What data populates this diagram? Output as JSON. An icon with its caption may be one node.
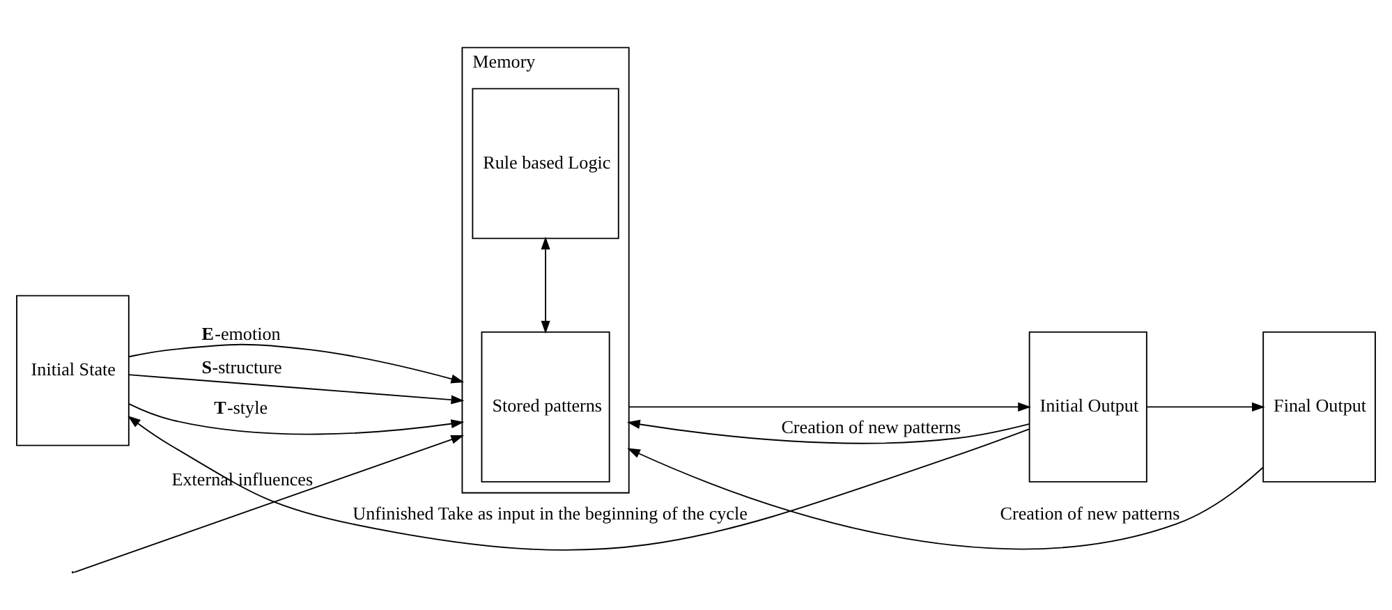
{
  "diagram": {
    "nodes": [
      {
        "text": [
          "Initial State"
        ]
      },
      {
        "text": [
          "Memory"
        ]
      },
      {
        "text": [
          "Stored patterns"
        ],
        "in": 1
      },
      {
        "text": [
          "Rule based Logic"
        ],
        "in": 1
      },
      {
        "text": [
          "Initial Output"
        ]
      },
      {
        "text": [
          "Final Output"
        ]
      }
    ],
    "edges": [
      {
        "from": 0,
        "to": 1,
        "arrow": "to",
        "label": "**E**-emotion"
      },
      {
        "from": 0,
        "to": 1,
        "arrow": "to",
        "label": "**S**-structure"
      },
      {
        "from": 0,
        "to": 1,
        "arrow": "to",
        "label": "**T**-style"
      },
      {
        "from": null,
        "to": 1,
        "arrow": "to",
        "label": "External influences"
      },
      {
        "from": 2,
        "to": 3,
        "arrow": "both"
      },
      {
        "from": 1,
        "to": 4,
        "arrow": "to"
      },
      {
        "from": 4,
        "to": 5,
        "arrow": "to"
      },
      {
        "from": 4,
        "to": 0,
        "arrow": "to",
        "label": "Unfinished Take as input in the beginning of the cycle"
      },
      {
        "from": 4,
        "to": 1,
        "arrow": "to",
        "label": "Creation of new patterns"
      },
      {
        "from": 5,
        "to": 1,
        "arrow": "to",
        "label": "Creation of new patterns"
      }
    ]
  }
}
